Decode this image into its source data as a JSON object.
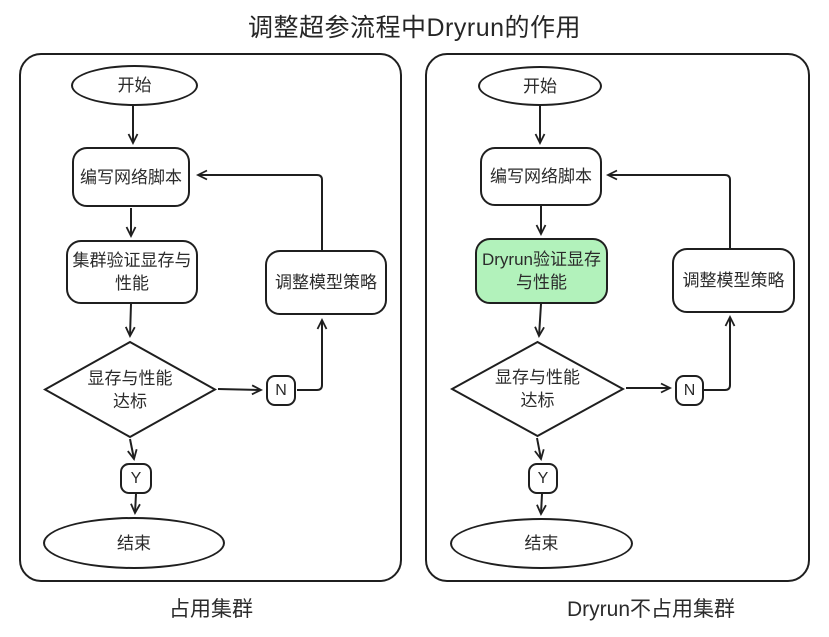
{
  "title": "调整超参流程中Dryrun的作用",
  "colors": {
    "stroke": "#1f1f1f",
    "text": "#2b2b2b",
    "highlight_fill": "#b2f2bb",
    "background": "#ffffff"
  },
  "diagram_type": "flowchart",
  "panels": [
    {
      "id": "left",
      "caption": "占用集群",
      "nodes": {
        "start": {
          "label": "开始",
          "shape": "ellipse"
        },
        "write": {
          "label": "编写网络脚本",
          "shape": "rounded-rect"
        },
        "verify": {
          "label": "集群验证显存与\n性能",
          "shape": "rounded-rect",
          "highlighted": false
        },
        "adjust": {
          "label": "调整模型策略",
          "shape": "rounded-rect"
        },
        "decision": {
          "label": "显存与性能\n达标",
          "shape": "diamond"
        },
        "no": {
          "label": "N",
          "shape": "small-rounded-rect"
        },
        "yes": {
          "label": "Y",
          "shape": "small-rounded-rect"
        },
        "end": {
          "label": "结束",
          "shape": "ellipse"
        }
      },
      "edges": [
        "start->write",
        "write->verify",
        "verify->decision",
        "decision->no",
        "no->adjust",
        "adjust->write",
        "decision->yes",
        "yes->end"
      ]
    },
    {
      "id": "right",
      "caption": "Dryrun不占用集群",
      "nodes": {
        "start": {
          "label": "开始",
          "shape": "ellipse"
        },
        "write": {
          "label": "编写网络脚本",
          "shape": "rounded-rect"
        },
        "verify": {
          "label": "Dryrun验证显存\n与性能",
          "shape": "rounded-rect",
          "highlighted": true
        },
        "adjust": {
          "label": "调整模型策略",
          "shape": "rounded-rect"
        },
        "decision": {
          "label": "显存与性能\n达标",
          "shape": "diamond"
        },
        "no": {
          "label": "N",
          "shape": "small-rounded-rect"
        },
        "yes": {
          "label": "Y",
          "shape": "small-rounded-rect"
        },
        "end": {
          "label": "结束",
          "shape": "ellipse"
        }
      },
      "edges": [
        "start->write",
        "write->verify",
        "verify->decision",
        "decision->no",
        "no->adjust",
        "adjust->write",
        "decision->yes",
        "yes->end"
      ]
    }
  ]
}
